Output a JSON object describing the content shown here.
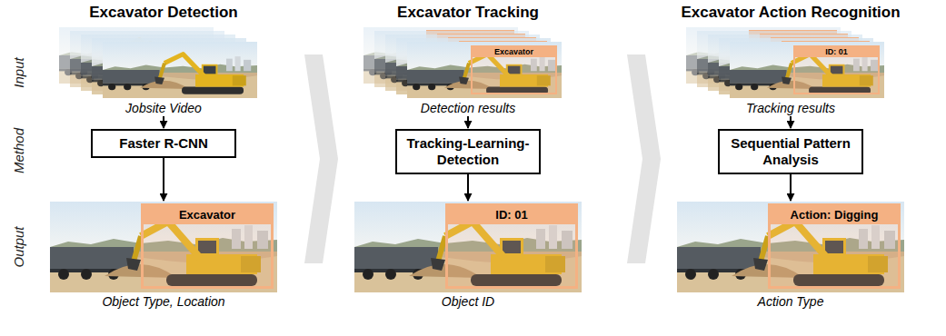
{
  "diagram": {
    "nodes": [
      {
        "text": [
          "Jobsite Video"
        ]
      },
      {
        "text": [
          "Faster R-CNN"
        ]
      },
      {
        "text": [
          "Object Type, Location"
        ]
      },
      {
        "text": [
          "Excavator"
        ],
        "in": 2
      },
      {
        "text": [
          "Detection results"
        ]
      },
      {
        "text": [
          "Excavator"
        ],
        "in": 4
      },
      {
        "text": [
          "Tracking-Learning-Detection"
        ]
      },
      {
        "text": [
          "Object ID"
        ]
      },
      {
        "text": [
          "ID: 01"
        ],
        "in": 7
      },
      {
        "text": [
          "Tracking results"
        ]
      },
      {
        "text": [
          "ID: 01"
        ],
        "in": 9
      },
      {
        "text": [
          "Sequential Pattern Analysis"
        ]
      },
      {
        "text": [
          "Action Type"
        ]
      },
      {
        "text": [
          "Action: Digging"
        ],
        "in": 12
      }
    ],
    "edges": [
      {
        "from": 0,
        "to": 1,
        "arrow": "to"
      },
      {
        "from": 1,
        "to": 2,
        "arrow": "to"
      },
      {
        "from": 4,
        "to": 6,
        "arrow": "to"
      },
      {
        "from": 6,
        "to": 7,
        "arrow": "to"
      },
      {
        "from": 9,
        "to": 11,
        "arrow": "to"
      },
      {
        "from": 11,
        "to": 12,
        "arrow": "to"
      }
    ],
    "labels": [
      "Excavator Detection",
      "Excavator Tracking",
      "Excavator Action Recognition",
      "Input",
      "Method",
      "Output"
    ]
  }
}
